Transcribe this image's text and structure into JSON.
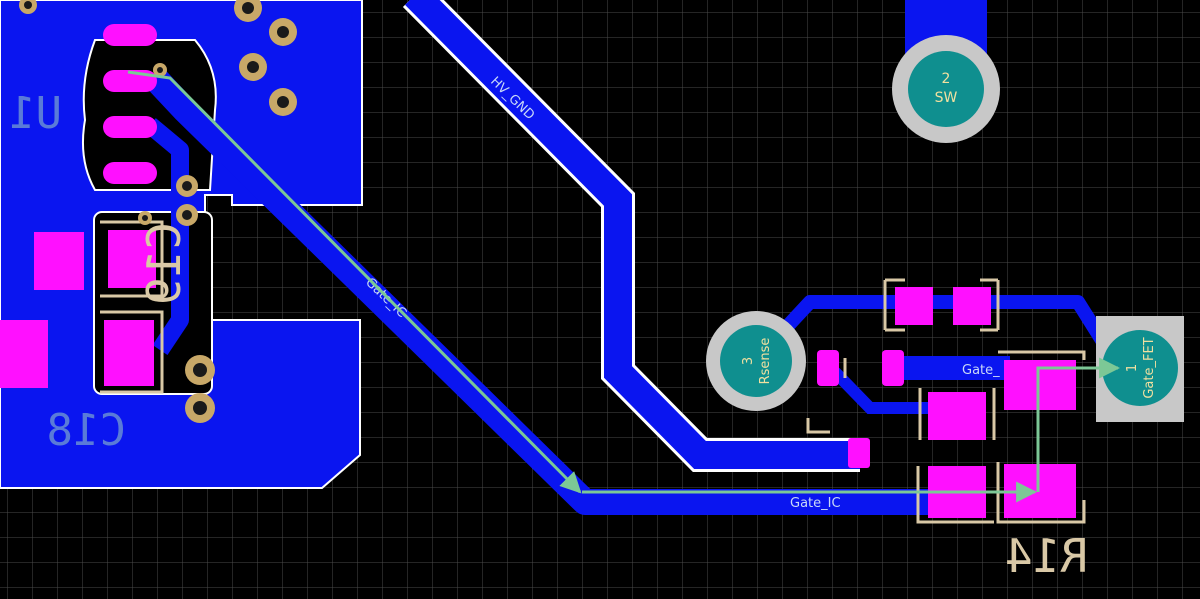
{
  "editor": {
    "view": "pcb-layout-editor",
    "layers": {
      "top_copper": "#0a15f0",
      "pad_copper": "#ff10ff",
      "silkscreen": "#d9c8a6",
      "board_outline": "#ffffff",
      "ratsnest": "#7cc896",
      "via": "#c8a868",
      "grid": "#4a4a4a",
      "background": "#000000"
    }
  },
  "components": {
    "u1": {
      "designator": "U1"
    },
    "c18": {
      "designator": "C18"
    },
    "c19": {
      "designator": "C19"
    },
    "r14": {
      "designator": "R14"
    }
  },
  "pads": {
    "sw": {
      "number": "2",
      "net": "SW"
    },
    "rsense": {
      "number": "3",
      "net": "Rsense"
    },
    "gate_fet": {
      "number": "1",
      "net": "Gate_FET"
    }
  },
  "nets": {
    "hv_gnd": "HV_GND",
    "gate_ic_diag": "Gate_IC",
    "gate_ic_horiz": "Gate_IC",
    "gate_short": "Gate_"
  }
}
